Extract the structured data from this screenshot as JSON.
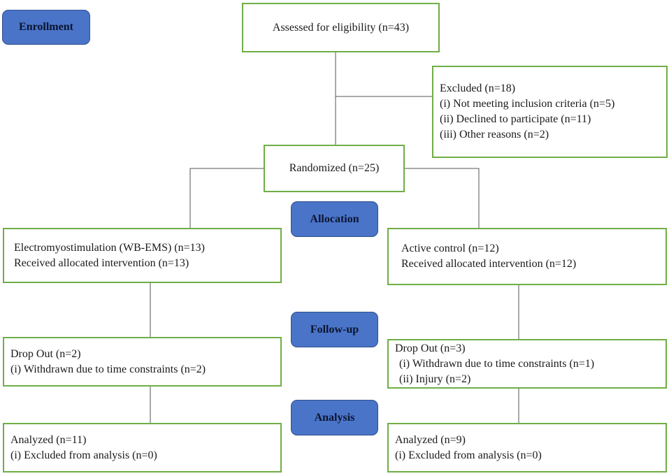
{
  "stages": {
    "enrollment": "Enrollment",
    "allocation": "Allocation",
    "followup": "Follow-up",
    "analysis": "Analysis"
  },
  "assessed": {
    "text": "Assessed for eligibility (n=43)"
  },
  "excluded": {
    "title": "Excluded (n=18)",
    "reasons": [
      "(i) Not meeting inclusion criteria (n=5)",
      "(ii) Declined to participate (n=11)",
      "(iii) Other reasons (n=2)"
    ]
  },
  "randomized": {
    "text": "Randomized (n=25)"
  },
  "arms": {
    "left": {
      "allocation": [
        "Electromyostimulation (WB-EMS) (n=13)",
        "Received allocated intervention (n=13)"
      ],
      "followup": [
        "Drop Out (n=2)",
        "(i) Withdrawn due to time constraints (n=2)"
      ],
      "analysis": [
        "Analyzed (n=11)",
        "(i) Excluded from analysis (n=0)"
      ]
    },
    "right": {
      "allocation": [
        "Active control (n=12)",
        "Received allocated intervention (n=12)"
      ],
      "followup": [
        "Drop Out (n=3)",
        "(i) Withdrawn due to time constraints (n=1)",
        "(ii) Injury (n=2)"
      ],
      "analysis": [
        "Analyzed (n=9)",
        "(i) Excluded from analysis (n=0)"
      ]
    }
  },
  "colors": {
    "box_border": "#6fae46",
    "stage_fill": "#4a74c8",
    "connector": "#555555"
  }
}
